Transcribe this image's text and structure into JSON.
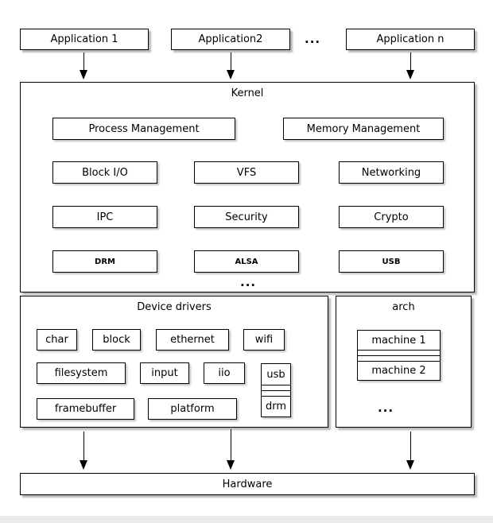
{
  "applications": [
    {
      "label": "Application 1"
    },
    {
      "label": "Application2"
    },
    {
      "label": "Application n"
    }
  ],
  "top_ellipsis": "...",
  "kernel": {
    "title": "Kernel",
    "rows": [
      [
        "Process Management",
        "Memory Management"
      ],
      [
        "Block I/O",
        "VFS",
        "Networking"
      ],
      [
        "IPC",
        "Security",
        "Crypto"
      ],
      [
        "DRM",
        "ALSA",
        "USB"
      ]
    ],
    "ellipsis": "..."
  },
  "device_drivers": {
    "title": "Device drivers",
    "row1": [
      "char",
      "block",
      "ethernet",
      "wifi"
    ],
    "row2": [
      "filesystem",
      "input",
      "iio"
    ],
    "row3": [
      "framebuffer",
      "platform"
    ],
    "stack": [
      "usb",
      "drm"
    ]
  },
  "arch": {
    "title": "arch",
    "machines": [
      "machine 1",
      "machine 2"
    ],
    "ellipsis": "..."
  },
  "hardware": {
    "label": "Hardware"
  },
  "colors": {
    "box_fill": "#ffffff",
    "box_border": "#000000",
    "shadow": "#b8b8b8",
    "background": "#ffffff"
  }
}
